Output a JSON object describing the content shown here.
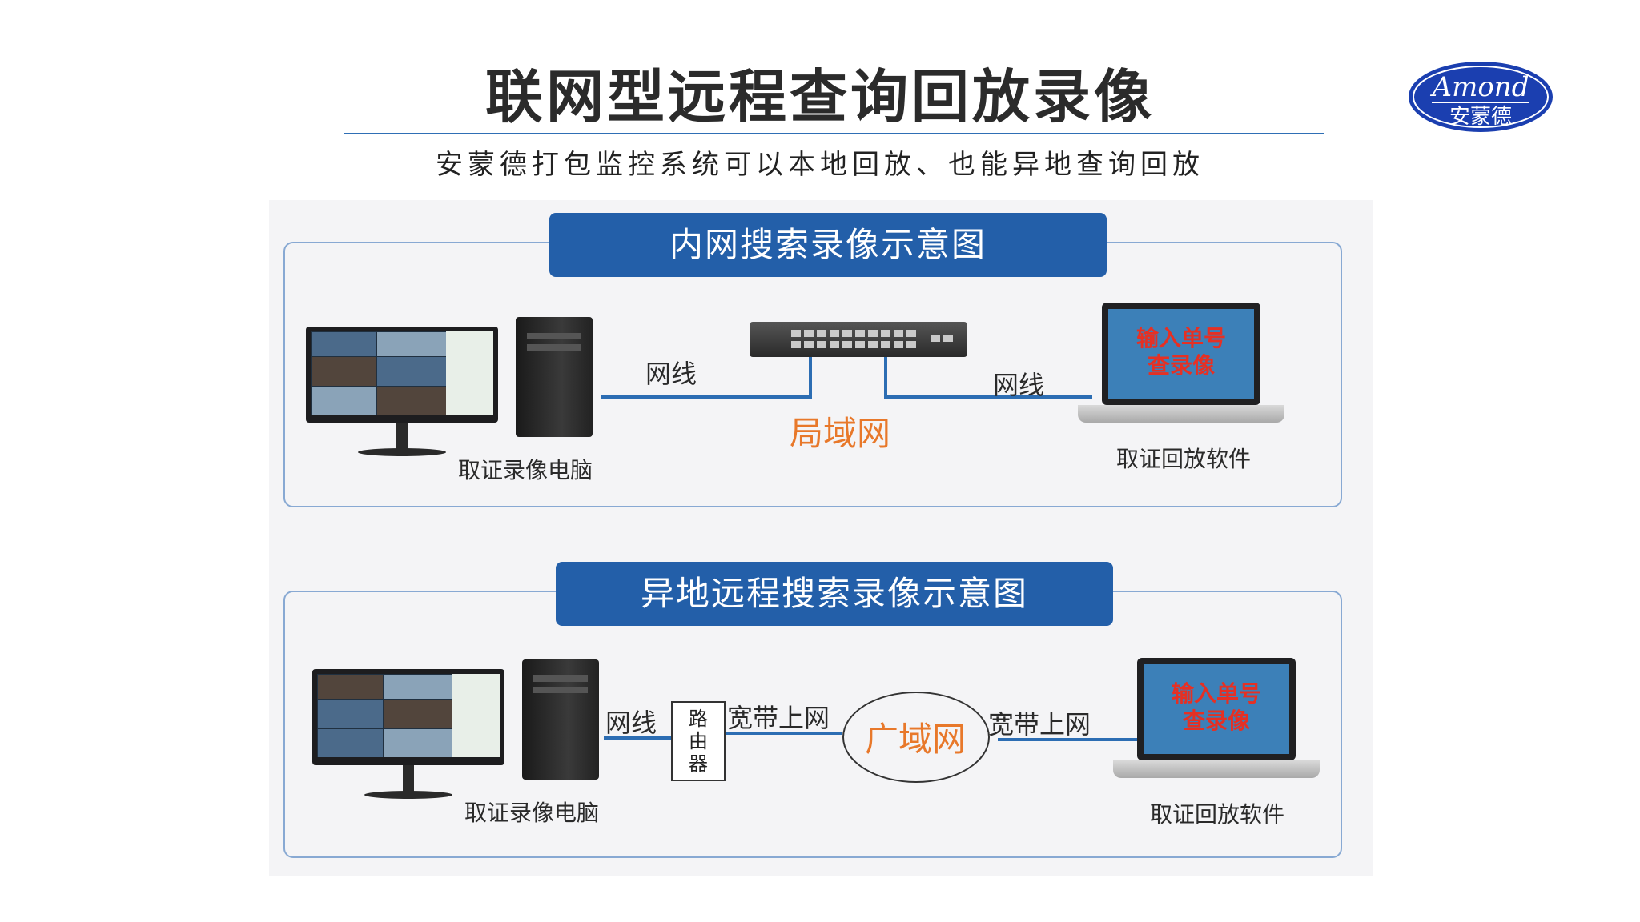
{
  "header": {
    "title": "联网型远程查询回放录像",
    "subtitle": "安蒙德打包监控系统可以本地回放、也能异地查询回放",
    "logo_text_en": "Amond",
    "logo_text_cn": "安蒙德"
  },
  "lan_diagram": {
    "banner": "内网搜索录像示意图",
    "pc_label": "取证录像电脑",
    "cable_left": "网线",
    "cable_right": "网线",
    "network_label": "局域网",
    "laptop_label": "取证回放软件",
    "laptop_screen_text": [
      "输入单号",
      "查录像"
    ]
  },
  "wan_diagram": {
    "banner": "异地远程搜索录像示意图",
    "pc_label": "取证录像电脑",
    "cable_label": "网线",
    "router_chars": [
      "路",
      "由",
      "器"
    ],
    "broadband_left": "宽带上网",
    "network_label": "广域网",
    "broadband_right": "宽带上网",
    "laptop_label": "取证回放软件",
    "laptop_screen_text": [
      "输入单号",
      "查录像"
    ]
  },
  "colors": {
    "banner_blue": "#235fa9",
    "wire_blue": "#2c6db3",
    "network_orange": "#e8782a",
    "screen_red": "#e53024"
  }
}
